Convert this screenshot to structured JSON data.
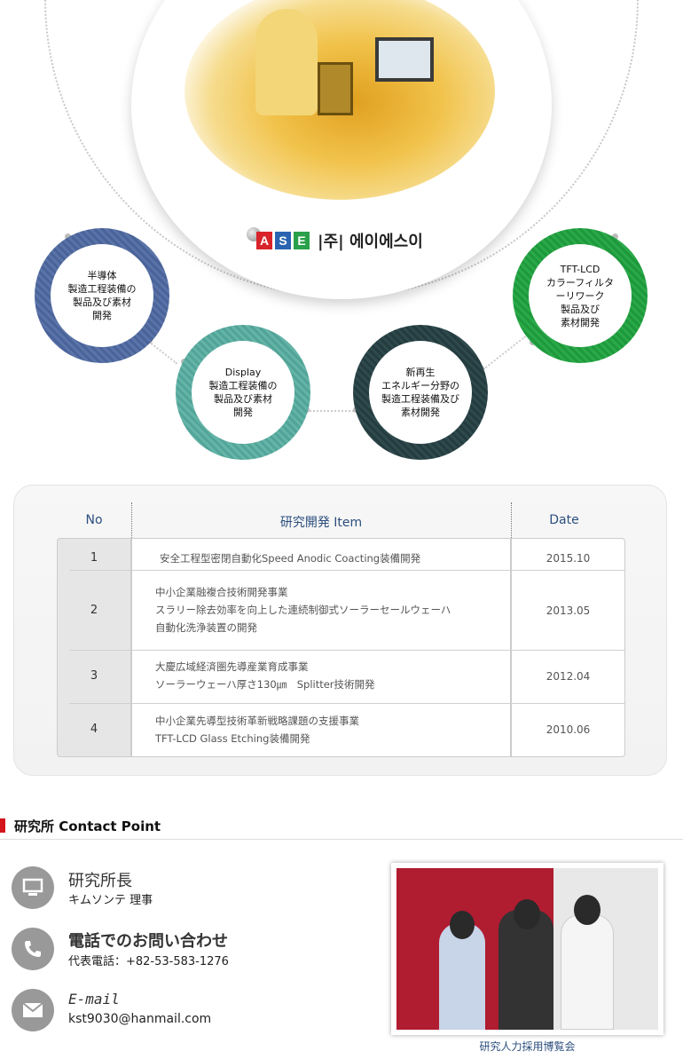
{
  "logo": {
    "letters": [
      "A",
      "S",
      "E"
    ],
    "letter_colors": [
      "#d9232a",
      "#2a64b0",
      "#2aa04a"
    ],
    "suffix": "|주| 에이에스이"
  },
  "areas": [
    {
      "label": "半導体\n製造工程装備の\n製品及び素材\n開発",
      "color": "#5a73a8"
    },
    {
      "label": "Display\n製造工程装備の\n製品及び素材\n開発",
      "color": "#64b4a8"
    },
    {
      "label": "新再生\nエネルギー分野の\n製造工程装備及び\n素材開発",
      "color": "#2f4a4d"
    },
    {
      "label": "TFT-LCD\nカラーフィルタ\nーリワーク\n製品及び\n素材開発",
      "color": "#2aa948"
    }
  ],
  "table": {
    "headers": {
      "no": "No",
      "item": "研究開発 Item",
      "date": "Date"
    },
    "rows": [
      {
        "no": "1",
        "item": "安全工程型密閉自動化Speed Anodic Coacting装備開発",
        "date": "2015.10"
      },
      {
        "no": "2",
        "item": "中小企業融複合技術開発事業\nスラリー除去効率を向上した連続制御式ソーラーセールウェーハ\n自動化洗浄装置の開発",
        "date": "2013.05"
      },
      {
        "no": "3",
        "item": "大慶広域経済圏先導産業育成事業\nソーラーウェーハ厚さ130㎛　Splitter技術開発",
        "date": "2012.04"
      },
      {
        "no": "4",
        "item": "中小企業先導型技術革新戦略課題の支援事業\nTFT-LCD Glass Etching装備開発",
        "date": "2010.06"
      }
    ]
  },
  "contact": {
    "section_title": "研究所 Contact Point",
    "items": [
      {
        "icon": "monitor-icon",
        "title": "研究所長",
        "sub": "キムソンテ 理事"
      },
      {
        "icon": "phone-icon",
        "title": "電話でのお問い合わせ",
        "sub": "代表電話：+82-53-583-1276"
      },
      {
        "icon": "mail-icon",
        "title": "E-mail",
        "sub": "kst9030@hanmail.com"
      }
    ],
    "photo_caption": "研究人力採用博覧会"
  }
}
